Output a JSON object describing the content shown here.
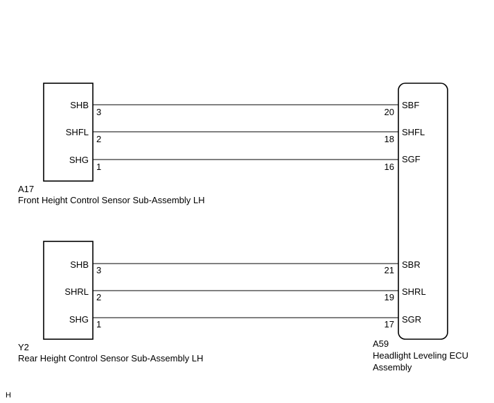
{
  "front_sensor": {
    "code": "A17",
    "name": "Front Height Control Sensor Sub-Assembly LH",
    "pins": [
      {
        "label": "SHB",
        "number": "3"
      },
      {
        "label": "SHFL",
        "number": "2"
      },
      {
        "label": "SHG",
        "number": "1"
      }
    ]
  },
  "rear_sensor": {
    "code": "Y2",
    "name": "Rear Height Control Sensor Sub-Assembly LH",
    "pins": [
      {
        "label": "SHB",
        "number": "3"
      },
      {
        "label": "SHRL",
        "number": "2"
      },
      {
        "label": "SHG",
        "number": "1"
      }
    ]
  },
  "ecu": {
    "code": "A59",
    "name_line1": "Headlight Leveling ECU",
    "name_line2": "Assembly",
    "front_pins": [
      {
        "label": "SBF",
        "number": "20"
      },
      {
        "label": "SHFL",
        "number": "18"
      },
      {
        "label": "SGF",
        "number": "16"
      }
    ],
    "rear_pins": [
      {
        "label": "SBR",
        "number": "21"
      },
      {
        "label": "SHRL",
        "number": "19"
      },
      {
        "label": "SGR",
        "number": "17"
      }
    ]
  },
  "corner_mark": "H"
}
